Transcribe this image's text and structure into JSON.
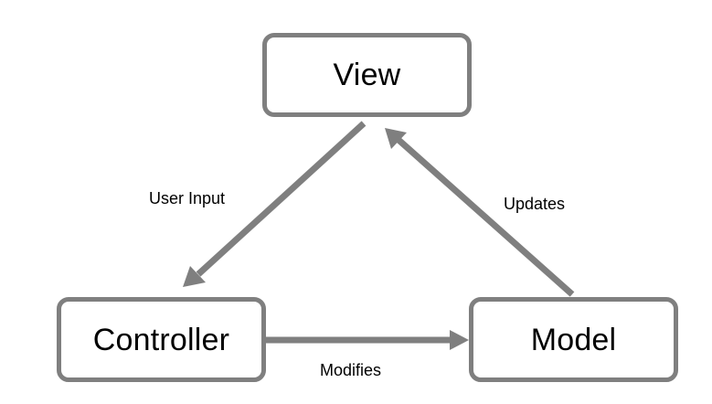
{
  "diagram": {
    "nodes": {
      "view": "View",
      "controller": "Controller",
      "model": "Model"
    },
    "edges": [
      {
        "from": "view",
        "to": "controller",
        "label": "User Input"
      },
      {
        "from": "model",
        "to": "view",
        "label": "Updates"
      },
      {
        "from": "controller",
        "to": "model",
        "label": "Modifies"
      }
    ],
    "colors": {
      "stroke": "#7f7f7f",
      "background": "#ffffff",
      "text": "#000000"
    }
  }
}
